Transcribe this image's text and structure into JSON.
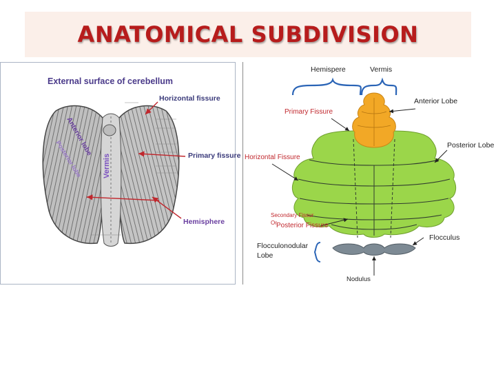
{
  "slide": {
    "title": "ANATOMICAL SUBDIVISION"
  },
  "left_figure": {
    "heading": "External surface of cerebellum",
    "labels": {
      "horizontal_fissure": "Horizontal fissure",
      "primary_fissure": "Primary fissure",
      "hemisphere": "Hemisphere",
      "anterior_lobe": "Anterior lobe",
      "posterior_lobe": "Posterior lobe",
      "vermis": "Vermis"
    }
  },
  "right_figure": {
    "labels": {
      "hemispere": "Hemispere",
      "vermis": "Vermis",
      "anterior_lobe": "Anterior Lobe",
      "primary_fissure": "Primary Fissure",
      "posterior_lobe": "Posterior Lobe",
      "horizontal_fissure": "Horizontal Fissure",
      "secondary_fissure": "Secondary Fissur",
      "secondary_fissure_or": "Or",
      "posterior_fissure": "Posterior Fissure",
      "flocculus": "Flocculus",
      "flocculonodular_lobe_line1": "Flocculonodular",
      "flocculonodular_lobe_line2": "Lobe",
      "nodulus": "Nodulus"
    },
    "colors": {
      "anterior_lobe": "#f2a826",
      "posterior_lobe": "#9bd64a",
      "flocculonodular": "#7d8a94"
    }
  }
}
